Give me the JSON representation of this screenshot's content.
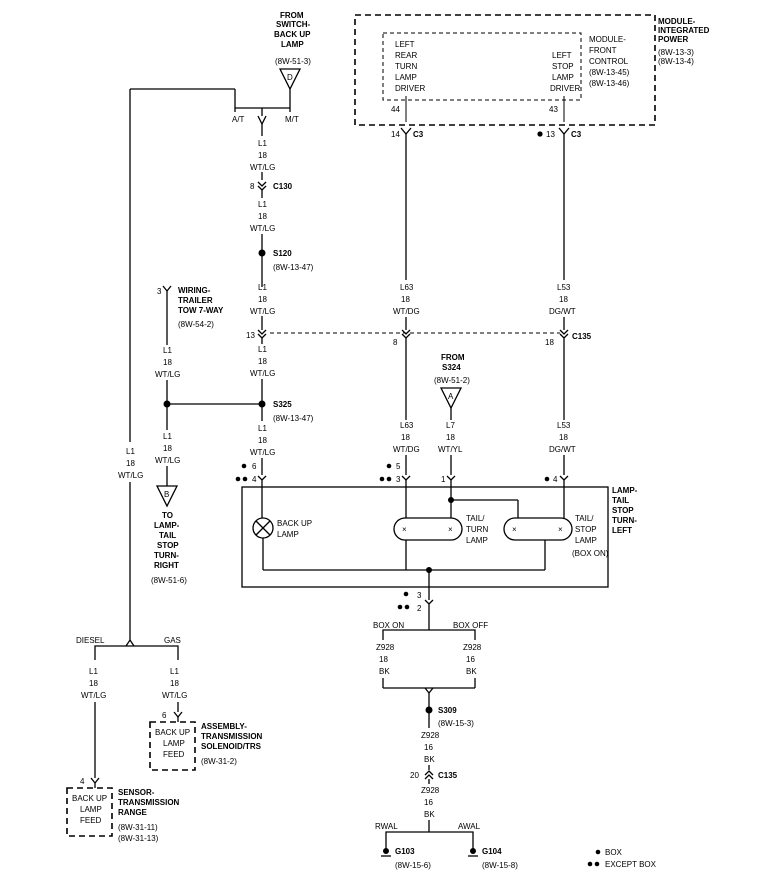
{
  "module": {
    "title": [
      "MODULE-",
      "INTEGRATED",
      "POWER"
    ],
    "refs": [
      "(8W-13-3)",
      "(8W-13-4)"
    ],
    "left_driver": [
      "LEFT",
      "REAR",
      "TURN",
      "LAMP",
      "DRIVER"
    ],
    "right_driver": [
      "LEFT",
      "STOP",
      "LAMP",
      "DRIVER"
    ],
    "fcm": [
      "MODULE-",
      "FRONT",
      "CONTROL"
    ],
    "fcm_refs": [
      "(8W-13-45)",
      "(8W-13-46)"
    ],
    "pin_left": "44",
    "pin_right": "43",
    "conn_left": "14",
    "conn_left_name": "C3",
    "conn_right": "13",
    "conn_right_name": "C3"
  },
  "from_switch": {
    "title": [
      "FROM",
      "SWITCH-",
      "BACK UP",
      "LAMP"
    ],
    "ref": "(8W-51-3)",
    "letter": "D",
    "at_label": "A/T",
    "mt_label": "M/T"
  },
  "center_wire": {
    "seg1": [
      "L1",
      "18",
      "WT/LG"
    ],
    "c130_pin": "8",
    "c130_name": "C130",
    "seg2": [
      "L1",
      "18",
      "WT/LG"
    ],
    "s120_name": "S120",
    "s120_ref": "(8W-13-47)",
    "seg3": [
      "L1",
      "18",
      "WT/LG"
    ],
    "c135_pin": "13",
    "seg4": [
      "L1",
      "18",
      "WT/LG"
    ],
    "s325_name": "S325",
    "s325_ref": "(8W-13-47)",
    "seg5": [
      "L1",
      "18",
      "WT/LG"
    ],
    "pin_box": "6",
    "pin_except": "4"
  },
  "trailer": {
    "pin": "3",
    "title": [
      "WIRING-",
      "TRAILER",
      "TOW 7-WAY"
    ],
    "ref": "(8W-54-2)",
    "seg1": [
      "L1",
      "18",
      "WT/LG"
    ],
    "seg2": [
      "L1",
      "18",
      "WT/LG"
    ],
    "letter": "B",
    "to_title": [
      "TO",
      "LAMP-",
      "TAIL",
      "STOP",
      "TURN-",
      "RIGHT"
    ],
    "to_ref": "(8W-51-6)"
  },
  "left_long": [
    "L1",
    "18",
    "WT/LG"
  ],
  "l63_wire": {
    "seg1": [
      "L63",
      "18",
      "WT/DG"
    ],
    "c135_pin": "8",
    "seg2": [
      "L63",
      "18",
      "WT/DG"
    ],
    "pin_box": "5",
    "pin_except": "3"
  },
  "l53_wire": {
    "seg1": [
      "L53",
      "18",
      "DG/WT"
    ],
    "c135_pin": "18",
    "c135_name": "C135",
    "seg2": [
      "L53",
      "18",
      "DG/WT"
    ],
    "pin": "4"
  },
  "from_s324": {
    "title": [
      "FROM",
      "S324"
    ],
    "ref": "(8W-51-2)",
    "letter": "A",
    "wire": [
      "L7",
      "18",
      "WT/YL"
    ],
    "pin": "1"
  },
  "lamp_box": {
    "title": [
      "LAMP-",
      "TAIL",
      "STOP",
      "TURN-",
      "LEFT"
    ],
    "backup": [
      "BACK UP",
      "LAMP"
    ],
    "tail_turn": [
      "TAIL/",
      "TURN",
      "LAMP"
    ],
    "tail_stop": [
      "TAIL/",
      "STOP",
      "LAMP"
    ],
    "box_on": "(BOX ON)",
    "gnd_pin_box": "3",
    "gnd_pin_except": "2"
  },
  "ground_split": {
    "box_on": "BOX ON",
    "box_off": "BOX OFF",
    "wire_left": [
      "Z928",
      "18",
      "BK"
    ],
    "wire_right": [
      "Z928",
      "16",
      "BK"
    ],
    "s309_name": "S309",
    "s309_ref": "(8W-15-3)",
    "seg1": [
      "Z928",
      "16",
      "BK"
    ],
    "c135_pin": "20",
    "c135_name": "C135",
    "seg2": [
      "Z928",
      "16",
      "BK"
    ],
    "rwal": "RWAL",
    "awal": "AWAL",
    "g103": "G103",
    "g103_ref": "(8W-15-6)",
    "g104": "G104",
    "g104_ref": "(8W-15-8)"
  },
  "engine_split": {
    "diesel": "DIESEL",
    "gas": "GAS",
    "diesel_wire": [
      "L1",
      "18",
      "WT/LG"
    ],
    "gas_wire": [
      "L1",
      "18",
      "WT/LG"
    ]
  },
  "trs": {
    "pin": "6",
    "box": [
      "BACK UP",
      "LAMP",
      "FEED"
    ],
    "title": [
      "ASSEMBLY-",
      "TRANSMISSION",
      "SOLENOID/TRS"
    ],
    "ref": "(8W-31-2)"
  },
  "sensor": {
    "pin": "4",
    "box": [
      "BACK UP",
      "LAMP",
      "FEED"
    ],
    "title": [
      "SENSOR-",
      "TRANSMISSION",
      "RANGE"
    ],
    "refs": [
      "(8W-31-11)",
      "(8W-31-13)"
    ]
  },
  "legend": {
    "box": "BOX",
    "except_box": "EXCEPT BOX"
  }
}
